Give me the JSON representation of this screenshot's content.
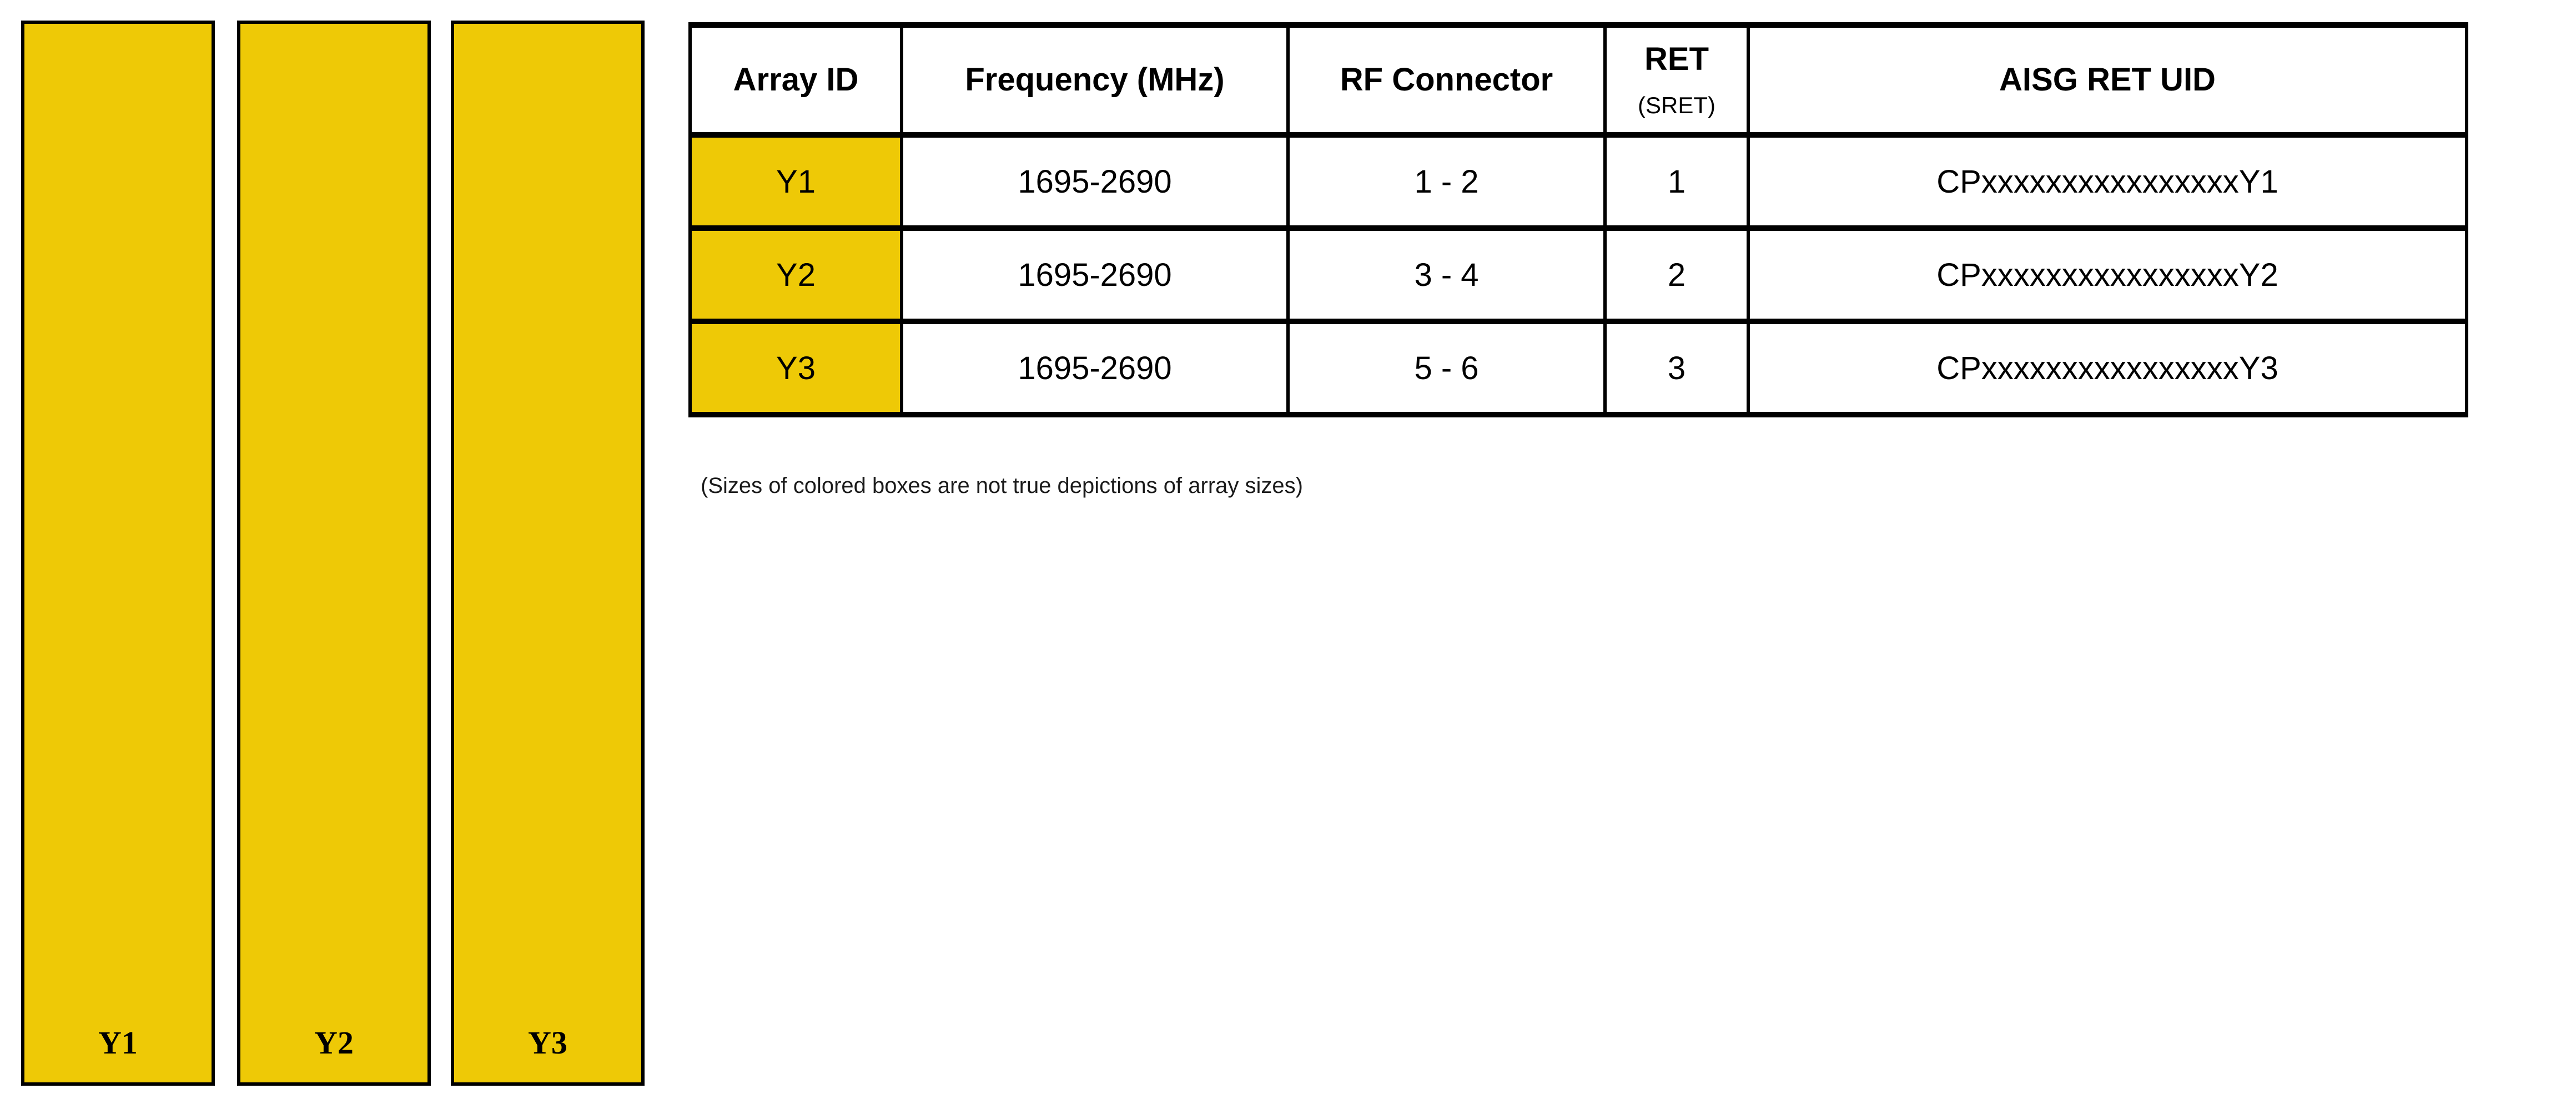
{
  "colors": {
    "array_yellow": "#EEC906",
    "border": "#000000",
    "background": "#FFFFFF"
  },
  "arrays_panel": {
    "note": "(Sizes of colored boxes are not true depictions of array sizes)",
    "bars": [
      {
        "label": "Y1"
      },
      {
        "label": "Y2"
      },
      {
        "label": "Y3"
      }
    ]
  },
  "table": {
    "headers": {
      "array_id": "Array ID",
      "frequency": "Frequency (MHz)",
      "rf_connector": "RF Connector",
      "ret_line1": "RET",
      "ret_line2": "(SRET)",
      "aisg": "AISG RET UID"
    },
    "rows": [
      {
        "array_id": "Y1",
        "frequency": "1695-2690",
        "rf_connector": "1 - 2",
        "ret": "1",
        "aisg_ret_uid": "CPxxxxxxxxxxxxxxxxY1"
      },
      {
        "array_id": "Y2",
        "frequency": "1695-2690",
        "rf_connector": "3 - 4",
        "ret": "2",
        "aisg_ret_uid": "CPxxxxxxxxxxxxxxxxY2"
      },
      {
        "array_id": "Y3",
        "frequency": "1695-2690",
        "rf_connector": "5 - 6",
        "ret": "3",
        "aisg_ret_uid": "CPxxxxxxxxxxxxxxxxY3"
      }
    ]
  }
}
